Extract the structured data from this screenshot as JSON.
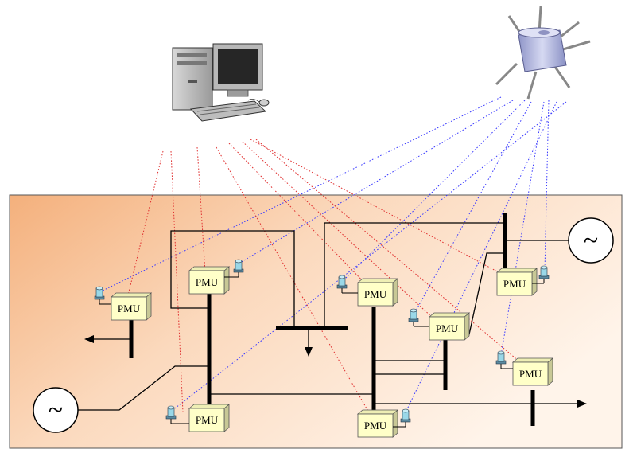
{
  "pmu": {
    "label": "PMU",
    "units": [
      {
        "id": "pmu-1"
      },
      {
        "id": "pmu-2"
      },
      {
        "id": "pmu-3"
      },
      {
        "id": "pmu-4"
      },
      {
        "id": "pmu-5"
      },
      {
        "id": "pmu-6"
      },
      {
        "id": "pmu-7"
      },
      {
        "id": "pmu-8"
      }
    ]
  },
  "generators": [
    {
      "symbol": "~"
    },
    {
      "symbol": "~"
    }
  ],
  "icons": {
    "computer": "desktop-computer-icon",
    "satellite": "gps-satellite-icon",
    "antenna": "gps-antenna-icon",
    "generator": "generator-icon"
  },
  "colors": {
    "panel_light": "#fde6d2",
    "panel_dark": "#f6b98c",
    "pmu_fill": "#ffffc8",
    "pmu_shadow": "#c8c896",
    "gps_link": "#3a3aff",
    "comm_link": "#e03030",
    "antenna": "#9ad8e8"
  }
}
